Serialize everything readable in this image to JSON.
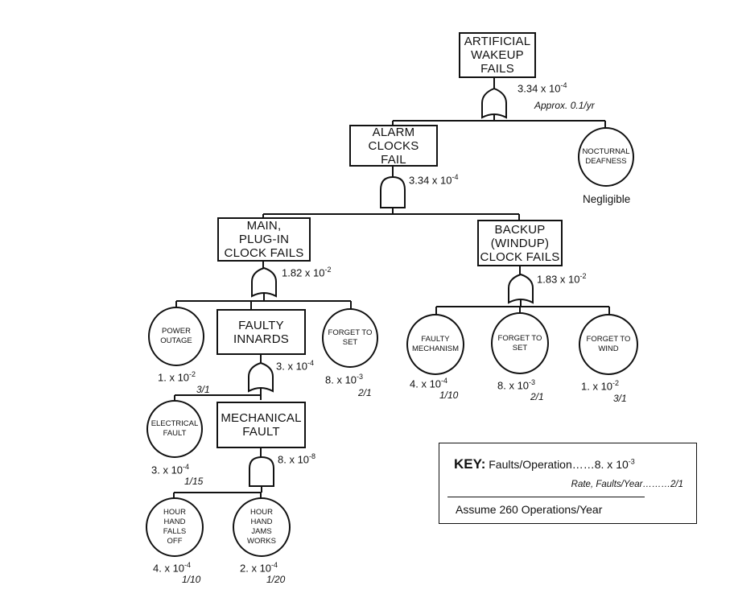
{
  "diagram": {
    "top_event": {
      "lines": [
        "ARTIFICIAL",
        "WAKEUP",
        "FAILS"
      ],
      "probability": "3.34 x 10",
      "exponent": "-4",
      "rate": "Approx. 0.1/yr"
    },
    "alarm_clocks": {
      "lines": [
        "ALARM",
        "CLOCKS",
        "FAIL"
      ],
      "probability": "3.34 x 10",
      "exponent": "-4"
    },
    "nocturnal_deafness": {
      "lines": [
        "NOCTURNAL",
        "DEAFNESS"
      ],
      "probability": "Negligible"
    },
    "main_clock": {
      "lines": [
        "MAIN,",
        "PLUG-IN",
        "CLOCK FAILS"
      ],
      "probability": "1.82 x 10",
      "exponent": "-2"
    },
    "backup_clock": {
      "lines": [
        "BACKUP",
        "(WINDUP)",
        "CLOCK FAILS"
      ],
      "probability": "1.83 x 10",
      "exponent": "-2"
    },
    "power_outage": {
      "lines": [
        "POWER",
        "OUTAGE"
      ],
      "probability": "1. x 10",
      "exponent": "-2",
      "rate": "3/1"
    },
    "faulty_innards": {
      "lines": [
        "FAULTY",
        "INNARDS"
      ],
      "probability": "3. x 10",
      "exponent": "-4"
    },
    "forget_to_set_main": {
      "lines": [
        "FORGET TO",
        "SET"
      ],
      "probability": "8. x 10",
      "exponent": "-3",
      "rate": "2/1"
    },
    "faulty_mechanism": {
      "lines": [
        "FAULTY",
        "MECHANISM"
      ],
      "probability": "4. x 10",
      "exponent": "-4",
      "rate": "1/10"
    },
    "forget_to_set_backup": {
      "lines": [
        "FORGET TO",
        "SET"
      ],
      "probability": "8. x 10",
      "exponent": "-3",
      "rate": "2/1"
    },
    "forget_to_wind": {
      "lines": [
        "FORGET TO",
        "WIND"
      ],
      "probability": "1. x 10",
      "exponent": "-2",
      "rate": "3/1"
    },
    "electrical_fault": {
      "lines": [
        "ELECTRICAL",
        "FAULT"
      ],
      "probability": "3. x 10",
      "exponent": "-4",
      "rate": "1/15"
    },
    "mechanical_fault": {
      "lines": [
        "MECHANICAL",
        "FAULT"
      ],
      "probability": "8. x 10",
      "exponent": "-8"
    },
    "hour_hand_falls_off": {
      "lines": [
        "HOUR",
        "HAND",
        "FALLS",
        "OFF"
      ],
      "probability": "4. x 10",
      "exponent": "-4",
      "rate": "1/10"
    },
    "hour_hand_jams": {
      "lines": [
        "HOUR",
        "HAND",
        "JAMS",
        "WORKS"
      ],
      "probability": "2. x 10",
      "exponent": "-4",
      "rate": "1/20"
    }
  },
  "key": {
    "title": "KEY:",
    "line1": "Faults/Operation……8. x 10",
    "line1_exponent": "-3",
    "line2": "Rate, Faults/Year………2/1",
    "line3": "Assume 260 Operations/Year"
  }
}
